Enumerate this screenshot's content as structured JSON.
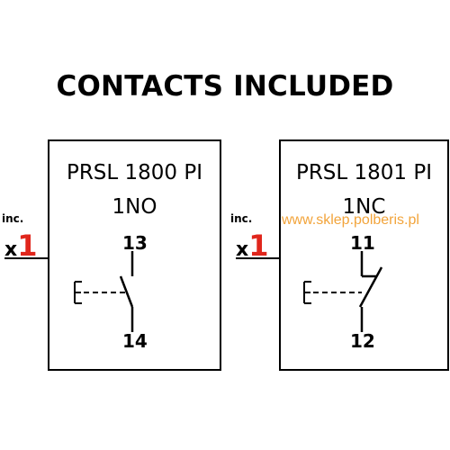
{
  "title": "CONTACTS INCLUDED",
  "watermark": "www.sklep.polberis.pl",
  "contacts": [
    {
      "model": "PRSL 1800 PI",
      "type": "1NO",
      "inc_label": "inc.",
      "qty_prefix": "x",
      "qty": "1",
      "terminal_top": "13",
      "terminal_bottom": "14",
      "actuator": "E---"
    },
    {
      "model": "PRSL 1801 PI",
      "type": "1NC",
      "inc_label": "inc.",
      "qty_prefix": "x",
      "qty": "1",
      "terminal_top": "11",
      "terminal_bottom": "12",
      "actuator": "E---"
    }
  ],
  "colors": {
    "quantity": "#e0261c",
    "watermark": "#f2a43b",
    "line": "#000000"
  }
}
